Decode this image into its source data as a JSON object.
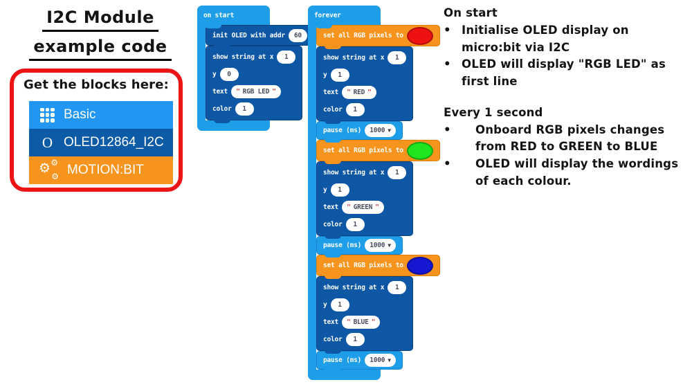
{
  "title": {
    "line1": "I2C Module",
    "line2": "example code"
  },
  "panel": {
    "heading": "Get the blocks here:",
    "border_color": "#ec1414",
    "categories": [
      {
        "label": "Basic",
        "icon": "grid-icon",
        "bg": "background:#2196f3"
      },
      {
        "label": "OLED12864_I2C",
        "icon": "o-letter-icon",
        "bg": "background:#0d5aa7"
      },
      {
        "label": "MOTION:BIT",
        "icon": "gears-icon",
        "bg": "background:#f7941e"
      }
    ]
  },
  "ui": {
    "quote": "\"",
    "dropdown_arrow": "▼",
    "bullet": "•",
    "o_glyph": "O",
    "gear_glyph": "⚙"
  },
  "on_start": {
    "header": "on start",
    "init_label": "init OLED with addr",
    "init_value": "60",
    "show": {
      "x_label": "show string at x",
      "x": "1",
      "y_label": "y",
      "y": "0",
      "text_label": "text",
      "text": "RGB LED",
      "color_label": "color",
      "color": "1"
    }
  },
  "forever": {
    "header": "forever",
    "set_label": "set all RGB pixels to",
    "pause_label": "pause (ms)",
    "pause_value": "1000",
    "labels": {
      "x_label": "show string at x",
      "y_label": "y",
      "text_label": "text",
      "color_label": "color"
    },
    "groups": [
      {
        "color_name": "red",
        "oval_style": "background:#ed1111;border-color:#b40d0d",
        "show": {
          "x": "1",
          "y": "1",
          "text": "RED",
          "color": "1"
        }
      },
      {
        "color_name": "green",
        "oval_style": "background:#21e421;border-color:#12a812",
        "show": {
          "x": "1",
          "y": "1",
          "text": "GREEN",
          "color": "1"
        }
      },
      {
        "color_name": "blue",
        "oval_style": "background:#1717d2;border-color:#0d0d9e",
        "show": {
          "x": "1",
          "y": "1",
          "text": "BLUE",
          "color": "1"
        }
      }
    ]
  },
  "notes": {
    "sections": [
      {
        "heading": "On start",
        "bullets": [
          "Initialise OLED display on micro:bit via I2C",
          "OLED will display \"RGB LED\" as first line"
        ]
      },
      {
        "heading": "Every 1 second",
        "bullets": [
          "Onboard RGB pixels changes from RED to GREEN to BLUE",
          "OLED will display the wordings of each colour."
        ]
      }
    ]
  },
  "colors": {
    "block_light_blue": "#1e9de8",
    "block_dark_blue": "#0d57a5",
    "block_orange": "#f7941e",
    "category_blue": "#2196f3",
    "category_dark_blue": "#0d5aa7",
    "category_orange": "#f7941e",
    "red_outline": "#ec1414",
    "led_red": "#ed1111",
    "led_green": "#21e421",
    "led_blue": "#1717d2"
  }
}
